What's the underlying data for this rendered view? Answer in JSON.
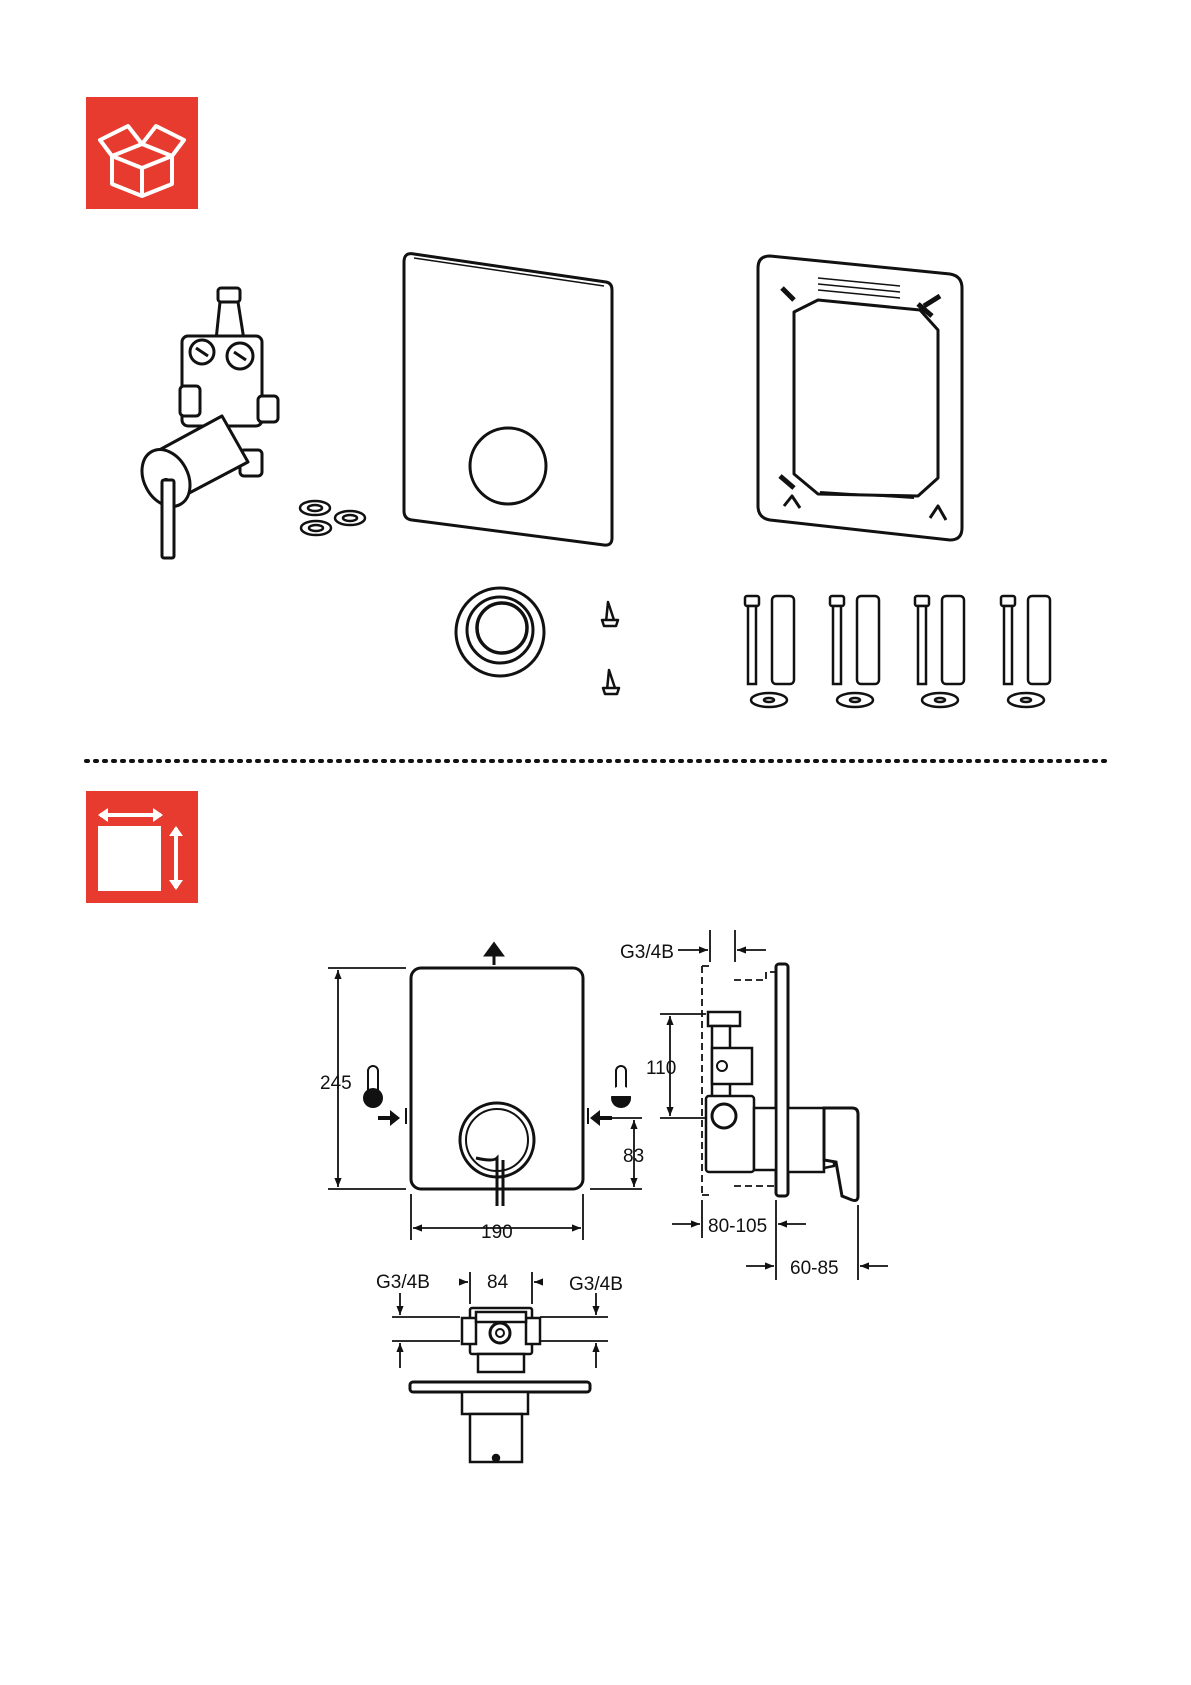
{
  "sections": [
    {
      "id": "contents",
      "icon": "open-box-icon"
    },
    {
      "id": "dimensions",
      "icon": "dimensions-icon"
    }
  ],
  "accent_color": "#e63b2e",
  "dimensions": {
    "height_245": "245",
    "width_190": "190",
    "inlet_height_110": "110",
    "outlet_height_83": "83",
    "range_80_105": "80-105",
    "range_60_85": "60-85",
    "thread_side": "G3/4B",
    "thread_left": "G3/4B",
    "thread_right": "G3/4B",
    "width_84": "84"
  }
}
